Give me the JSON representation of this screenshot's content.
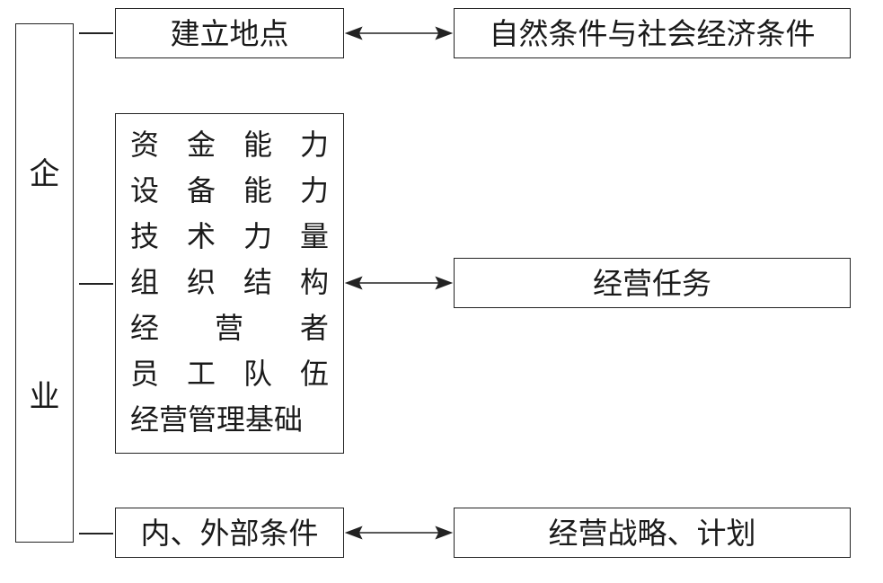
{
  "enterprise": {
    "chars": [
      "企",
      "业"
    ]
  },
  "row_top": {
    "left": "建立地点",
    "right": "自然条件与社会经济条件"
  },
  "row_middle": {
    "left_lines": [
      [
        "资",
        "金",
        "能",
        "力"
      ],
      [
        "设",
        "备",
        "能",
        "力"
      ],
      [
        "技",
        "术",
        "力",
        "量"
      ],
      [
        "组",
        "织",
        "结",
        "构"
      ],
      [
        "经",
        "营",
        "者"
      ],
      [
        "员",
        "工",
        "队",
        "伍"
      ]
    ],
    "left_last_line": "经营管理基础",
    "right": "经营任务"
  },
  "row_bottom": {
    "left": "内、外部条件",
    "right": "经营战略、计划"
  }
}
